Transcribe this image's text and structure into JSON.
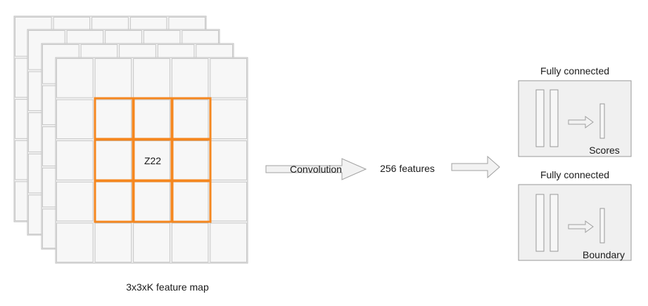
{
  "feature_map": {
    "center_cell_label": "Z22",
    "caption": "3x3xK feature map"
  },
  "convolution": {
    "label": "Convolution"
  },
  "features": {
    "label": "256 features"
  },
  "fc_top": {
    "title": "Fully connected",
    "output_label": "Scores"
  },
  "fc_bottom": {
    "title": "Fully connected",
    "output_label": "Boundary"
  },
  "colors": {
    "grid_fill": "#f2f2f2",
    "grid_line": "#bdbdbd",
    "highlight": "#f5871f",
    "box_fill": "#f0f0f0",
    "box_stroke": "#999999",
    "arrow_fill": "#f2f2f2",
    "arrow_stroke": "#a0a0a0"
  }
}
